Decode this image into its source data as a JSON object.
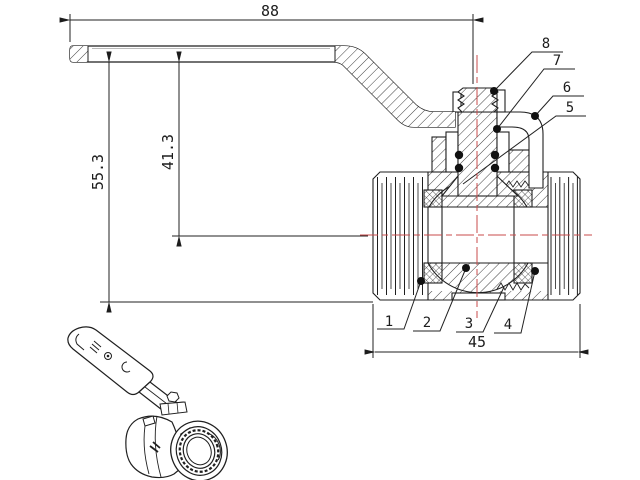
{
  "colors": {
    "background": "#ffffff",
    "line": "#1f1f1f",
    "centerline": "#c84b4b"
  },
  "section_view": {
    "dimensions": {
      "overall_length": "88",
      "overall_height": "55.3",
      "handle_to_axis_height": "41.3",
      "body_length": "45"
    },
    "callouts": {
      "item1": "1",
      "item2": "2",
      "item3": "3",
      "item4": "4",
      "item5": "5",
      "item6": "6",
      "item7": "7",
      "item8": "8"
    }
  }
}
